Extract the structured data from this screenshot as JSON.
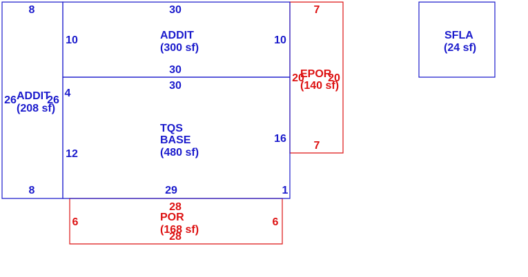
{
  "colors": {
    "living": "#1a1acc",
    "porch": "#dd1111"
  },
  "areas": {
    "addit_left": {
      "name": "ADDIT",
      "area": "(208 sf)",
      "dims": [
        "8",
        "26",
        "26",
        "8"
      ]
    },
    "addit_top": {
      "name": "ADDIT",
      "area": "(300 sf)",
      "dims": [
        "30",
        "10",
        "10",
        "30"
      ]
    },
    "base": {
      "name_line1": "TQS",
      "name_line2": "BASE",
      "area": "(480 sf)",
      "dims": [
        "30",
        "4",
        "12",
        "16",
        "29",
        "1"
      ]
    },
    "epor": {
      "name": "EPOR",
      "area": "(140 sf)",
      "dims": [
        "7",
        "20",
        "20",
        "7"
      ]
    },
    "por": {
      "name": "POR",
      "area": "(168 sf)",
      "dims": [
        "28",
        "6",
        "6",
        "28"
      ]
    },
    "sfla": {
      "name": "SFLA",
      "area": "(24 sf)"
    }
  }
}
